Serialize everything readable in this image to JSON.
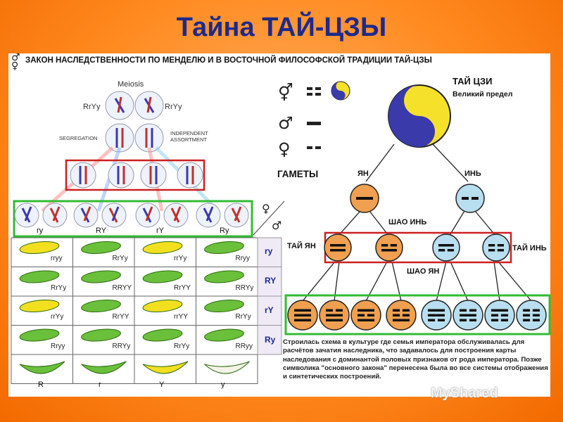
{
  "title": "Тайна ТАЙ-ЦЗЫ",
  "header": "ЗАКОН НАСЛЕДСТВЕННОСТИ ПО МЕНДЕЛЮ И В ВОСТОЧНОЙ ФИЛОСОФСКОЙ ТРАДИЦИИ ТАЙ-ЦЗЫ",
  "mendel": {
    "meiosis": "Meiosis",
    "parent_left": "RrYy",
    "parent_right": "RrYy",
    "segregation": "SEGREGATION",
    "independent": "INDEPENDENT ASSORTMENT",
    "gametes": [
      "ry",
      "RY",
      "rY",
      "Ry"
    ],
    "grid": [
      [
        "rryy",
        "RrYy",
        "rrYy",
        "Rryy"
      ],
      [
        "RrYy",
        "RRYY",
        "RrYY",
        "RRYy"
      ],
      [
        "rrYy",
        "RrYY",
        "rrYY",
        "RrYy"
      ],
      [
        "Rryy",
        "RRYy",
        "RrYy",
        "RRyy"
      ]
    ],
    "pea_colors": [
      [
        "yellow",
        "green",
        "yellow",
        "green"
      ],
      [
        "green",
        "green",
        "green",
        "green"
      ],
      [
        "yellow",
        "green",
        "yellow",
        "green"
      ],
      [
        "green",
        "green",
        "green",
        "green"
      ]
    ],
    "row_labels": [
      "ry",
      "RY",
      "rY",
      "Ry"
    ],
    "bottom": [
      "R",
      "r",
      "Y",
      "y"
    ]
  },
  "taiji": {
    "title": "ТАЙ ЦЗИ",
    "subtitle": "Великий предел",
    "gametes": "ГАМЕТЫ",
    "yang": "ЯН",
    "yin": "ИНЬ",
    "shao_yin": "ШАО ИНЬ",
    "shao_yang": "ШАО ЯН",
    "tai_yang": "ТАЙ ЯН",
    "tai_yin": "ТАЙ ИНЬ"
  },
  "paragraph": "Строилась схема в культуре где семья императора обслуживалась для расчётов зачатия наследника, что задавалось для построения карты наследования с доминантой половых признаков от рода императора. Позже символика \"основного закона\" перенесена была во все системы отображения и синтетических построений.",
  "watermark": "MyShared",
  "colors": {
    "yang": "#f0a050",
    "yin": "#b8dff0",
    "red_box": "#cc2020",
    "green_box": "#33bb33",
    "title": "#1e2a8a"
  }
}
